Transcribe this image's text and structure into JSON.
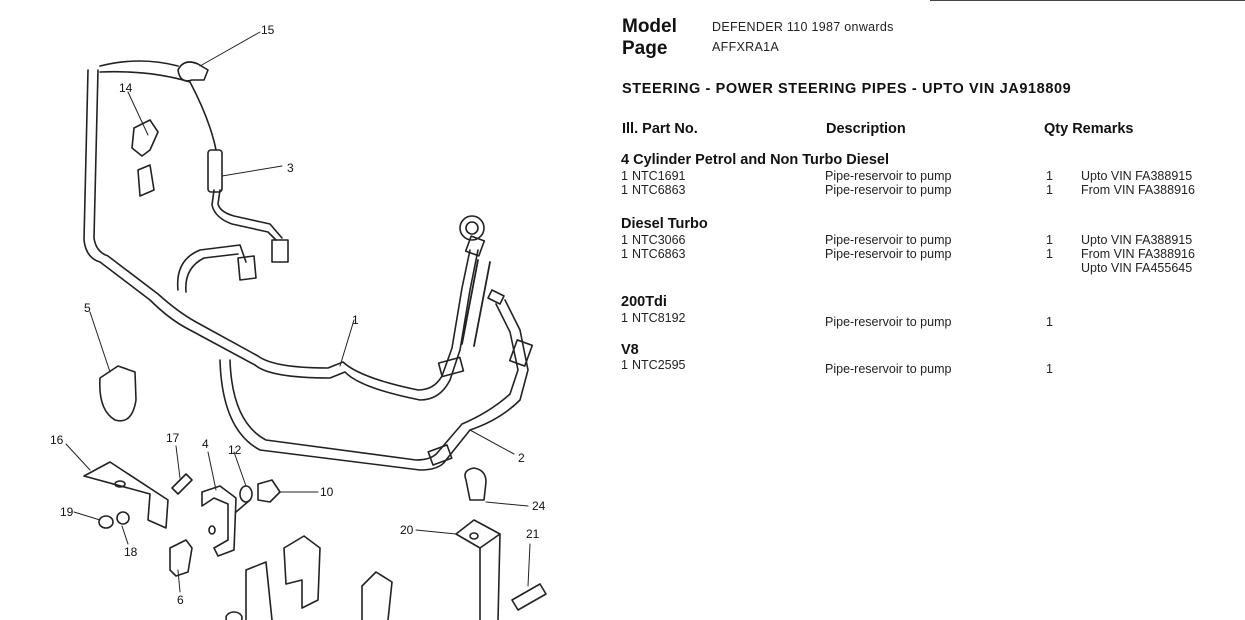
{
  "header": {
    "model_label": "Model",
    "model_value": "DEFENDER 110 1987 onwards",
    "page_label": "Page",
    "page_value": "AFFXRA1A"
  },
  "title": "STEERING - POWER STEERING PIPES - UPTO VIN JA918809",
  "columns": {
    "ill_part": "Ill. Part No.",
    "description": "Description",
    "qty_remarks": "Qty Remarks"
  },
  "sections": [
    {
      "heading": "4 Cylinder Petrol and Non Turbo Diesel",
      "rows": [
        {
          "ill": "1",
          "part": "NTC1691",
          "desc": "Pipe-reservoir to pump",
          "qty": "1",
          "remarks": [
            "Upto VIN FA388915"
          ]
        },
        {
          "ill": "1",
          "part": "NTC6863",
          "desc": "Pipe-reservoir to pump",
          "qty": "1",
          "remarks": [
            "From VIN FA388916"
          ]
        }
      ]
    },
    {
      "heading": "Diesel Turbo",
      "rows": [
        {
          "ill": "1",
          "part": "NTC3066",
          "desc": "Pipe-reservoir to pump",
          "qty": "1",
          "remarks": [
            "Upto VIN FA388915"
          ]
        },
        {
          "ill": "1",
          "part": "NTC6863",
          "desc": "Pipe-reservoir to pump",
          "qty": "1",
          "remarks": [
            "From VIN FA388916",
            "Upto VIN FA455645"
          ]
        }
      ]
    },
    {
      "heading": "200Tdi",
      "rows": [
        {
          "ill": "1",
          "part": "NTC8192",
          "desc": "Pipe-reservoir to pump",
          "qty": "1",
          "remarks": []
        }
      ]
    },
    {
      "heading": "V8",
      "rows": [
        {
          "ill": "1",
          "part": "NTC2595",
          "desc": "Pipe-reservoir to pump",
          "qty": "1",
          "remarks": []
        }
      ]
    }
  ],
  "diagram": {
    "callouts": [
      "15",
      "14",
      "3",
      "5",
      "1",
      "2",
      "16",
      "17",
      "4",
      "12",
      "10",
      "19",
      "18",
      "6",
      "20",
      "24",
      "21"
    ]
  }
}
